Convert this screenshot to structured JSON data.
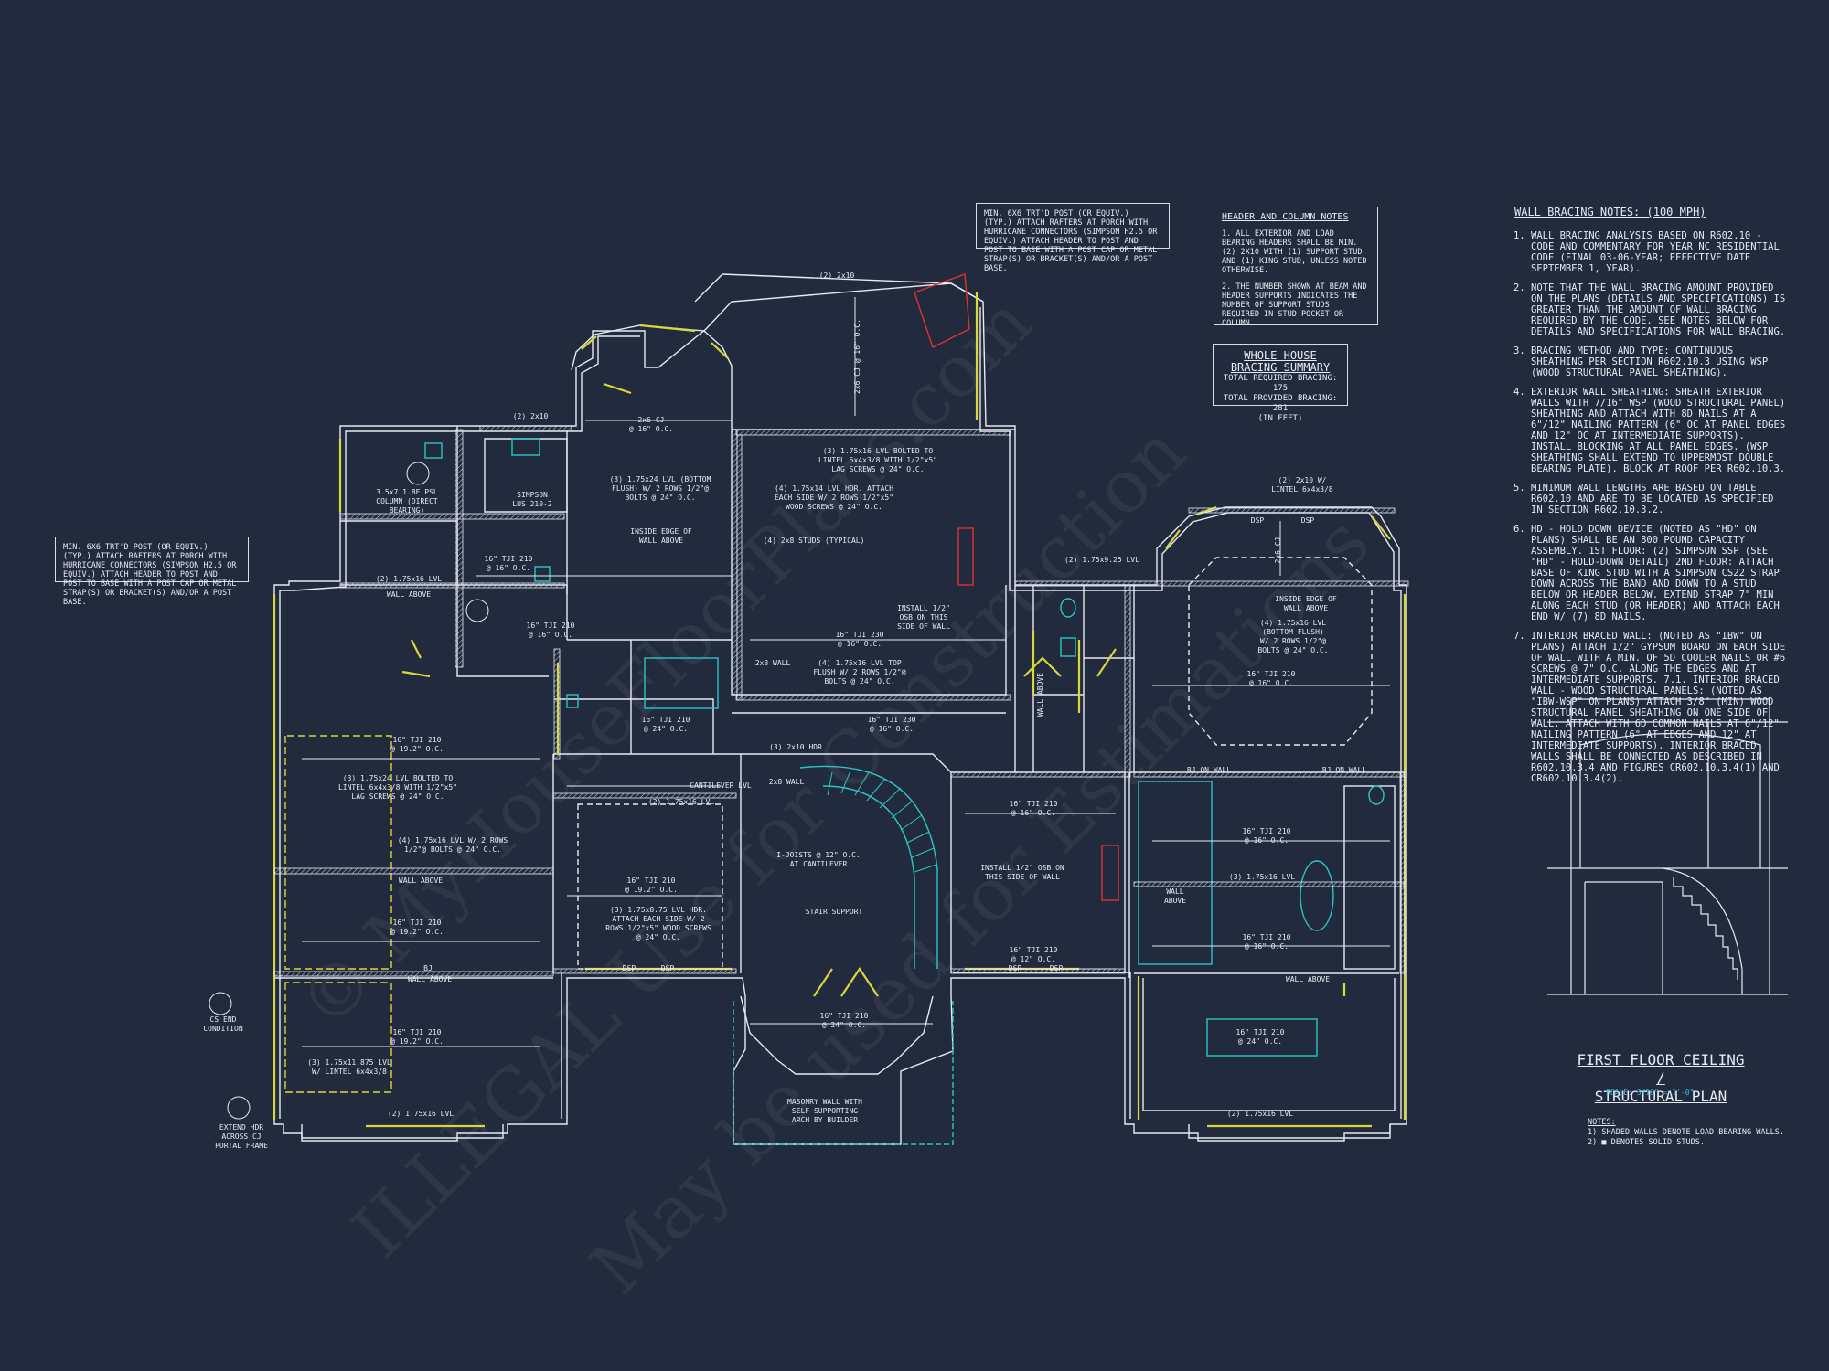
{
  "colors": {
    "background": "#222b3e",
    "linework": "#e6eaf2",
    "load_bearing": "#d8d83a",
    "fixtures": "#2ec4c4",
    "hold_down": "#e03030"
  },
  "watermark": {
    "line1": "© MyHouseFloorPlans.com",
    "line2": "ILLEGAL Use for Construction",
    "line3": "May be used for Estimations"
  },
  "porch_note_top": "MIN. 6x6 TRT'D POST (OR EQUIV.) (TYP.) ATTACH RAFTERS AT PORCH WITH HURRICANE CONNECTORS (SIMPSON H2.5 OR EQUIV.) ATTACH HEADER TO POST AND POST TO BASE WITH A POST CAP OR METAL STRAP(S) OR BRACKET(S) AND/OR A POST BASE.",
  "porch_note_left": "MIN. 6x6 TRT'D POST (OR EQUIV.) (TYP.) ATTACH RAFTERS AT PORCH WITH HURRICANE CONNECTORS (SIMPSON H2.5 OR EQUIV.) ATTACH HEADER TO POST AND POST TO BASE WITH A POST CAP OR METAL STRAP(S) OR BRACKET(S) AND/OR A POST BASE.",
  "header_column_notes": {
    "title": "HEADER AND COLUMN NOTES",
    "note1": "1. ALL EXTERIOR AND LOAD BEARING HEADERS SHALL BE MIN. (2) 2x10 WITH (1) SUPPORT STUD AND (1) KING STUD, UNLESS NOTED OTHERWISE.",
    "note2": "2. THE NUMBER SHOWN AT BEAM AND HEADER SUPPORTS INDICATES THE NUMBER OF SUPPORT STUDS REQUIRED IN STUD POCKET OR COLUMN."
  },
  "bracing_summary": {
    "title_line1": "WHOLE HOUSE",
    "title_line2": "BRACING SUMMARY",
    "required": "TOTAL REQUIRED BRACING: 175",
    "provided": "TOTAL PROVIDED BRACING: 281",
    "unit": "(IN FEET)"
  },
  "wall_bracing_notes": {
    "title": "WALL BRACING NOTES: (100 MPH)",
    "items": [
      "WALL BRACING ANALYSIS BASED ON R602.10 - CODE AND COMMENTARY FOR YEAR NC RESIDENTIAL CODE (FINAL 03-06-YEAR; EFFECTIVE DATE SEPTEMBER 1, YEAR).",
      "NOTE THAT THE WALL BRACING AMOUNT PROVIDED ON THE PLANS (DETAILS AND SPECIFICATIONS) IS GREATER THAN THE AMOUNT OF WALL BRACING REQUIRED BY THE CODE. SEE NOTES BELOW FOR DETAILS AND SPECIFICATIONS FOR WALL BRACING.",
      "BRACING METHOD AND TYPE: CONTINUOUS SHEATHING PER SECTION R602.10.3 USING WSP (WOOD STRUCTURAL PANEL SHEATHING).",
      "EXTERIOR WALL SHEATHING: SHEATH EXTERIOR WALLS WITH 7/16\" WSP (WOOD STRUCTURAL PANEL) SHEATHING AND ATTACH WITH 8d NAILS AT A 6\"/12\" NAILING PATTERN (6\" OC AT PANEL EDGES AND 12\" OC AT INTERMEDIATE SUPPORTS). INSTALL BLOCKING AT ALL PANEL EDGES. (WSP SHEATHING SHALL EXTEND TO UPPERMOST DOUBLE BEARING PLATE). BLOCK AT ROOF PER R602.10.3.",
      "MINIMUM WALL LENGTHS ARE BASED ON TABLE R602.10 AND ARE TO BE LOCATED AS SPECIFIED IN SECTION R602.10.3.2.",
      "HD - HOLD DOWN DEVICE (NOTED AS \"HD\" ON PLANS) SHALL BE AN 800 POUND CAPACITY ASSEMBLY. 1ST FLOOR: (2) SIMPSON SSP (SEE \"HD\" - HOLD-DOWN DETAIL) 2ND FLOOR: ATTACH BASE OF KING STUD WITH A SIMPSON CS22 STRAP DOWN ACROSS THE BAND AND DOWN TO A STUD BELOW OR HEADER BELOW. EXTEND STRAP 7\" MIN ALONG EACH STUD (OR HEADER) AND ATTACH EACH END W/ (7) 8d NAILS.",
      "INTERIOR BRACED WALL: (NOTED AS \"IBW\" ON PLANS) ATTACH 1/2\" GYPSUM BOARD ON EACH SIDE OF WALL WITH A MIN. OF 5d COOLER NAILS OR #6 SCREWS @ 7\" O.C. ALONG THE EDGES AND AT INTERMEDIATE SUPPORTS. 7.1. INTERIOR BRACED WALL - WOOD STRUCTURAL PANELS: (NOTED AS \"IBW-WSP\" ON PLANS) ATTACH 3/8\" (MIN) WOOD STRUCTURAL PANEL SHEATHING ON ONE SIDE OF WALL. ATTACH WITH 6d COMMON NAILS AT 6\"/12\" NAILING PATTERN (6\" AT EDGES AND 12\" AT INTERMEDIATE SUPPORTS). INTERIOR BRACED WALLS SHALL BE CONNECTED AS DESCRIBED IN R602.10.3.4 AND FIGURES CR602.10.3.4(1) AND CR602.10.3.4(2)."
    ]
  },
  "plan_title": {
    "line1": "FIRST FLOOR CEILING /",
    "line2": "STRUCTURAL PLAN"
  },
  "scale": "SCALE: 3/16\" = 1'-0\"",
  "notes_bottom": {
    "title": "NOTES:",
    "n1": "1) SHADED WALLS DENOTE LOAD BEARING WALLS.",
    "n2": "2) ■ DENOTES SOLID STUDS."
  },
  "labels": {
    "lbl_2x10_top": "(2) 2x10",
    "lbl_2x6cj_vert": "2x6 CJ @ 16\" O.C.",
    "lbl_2x10_a": "(2) 2x10",
    "lbl_2x6cj_a": "2x6 CJ",
    "lbl_2x6cj_a_oc": "@ 16\" O.C.",
    "lbl_lvl_bolted": "(3) 1.75x16 LVL BOLTED TO",
    "lbl_lvl_bolted2": "LINTEL 6x4x3/8 WITH 1/2\"x5\"",
    "lbl_lvl_bolted3": "LAG SCREWS @ 24\" O.C.",
    "lbl_lvl_bottom": "(3) 1.75x24 LVL (BOTTOM",
    "lbl_lvl_bottom2": "FLUSH) W/ 2 ROWS 1/2\"@",
    "lbl_lvl_bottom3": "BOLTS @ 24\" O.C.",
    "lbl_hdr_attach": "(4) 1.75x14 LVL HDR. ATTACH",
    "lbl_hdr_attach2": "EACH SIDE W/ 2 ROWS 1/2\"x5\"",
    "lbl_hdr_attach3": "WOOD SCREWS @ 24\" O.C.",
    "lbl_column": "3.5x7 1.8E PSL",
    "lbl_column2": "COLUMN (DIRECT",
    "lbl_column3": "BEARING)",
    "lbl_simpson": "SIMPSON",
    "lbl_simpson2": "LUS 210-2",
    "lbl_inside_edge": "INSIDE EDGE OF",
    "lbl_inside_edge2": "WALL ABOVE",
    "lbl_2x8studs": "(4) 2x8 STUDS (TYPICAL)",
    "lbl_tji_a": "16\" TJI 210",
    "lbl_tji_a2": "@ 16\" O.C.",
    "lbl_lvl_wallabove": "(2) 1.75x16 LVL",
    "lbl_wallabove": "WALL ABOVE",
    "lbl_tji_b": "16\" TJI 210",
    "lbl_tji_b2": "@ 16\" O.C.",
    "lbl_tji_c": "16\" TJI 230",
    "lbl_tji_c2": "@ 16\" O.C.",
    "lbl_install_osb": "INSTALL 1/2\"",
    "lbl_install_osb2": "OSB ON THIS",
    "lbl_install_osb3": "SIDE OF WALL",
    "lbl_lvl_top_flush": "(4) 1.75x16 LVL TOP",
    "lbl_lvl_top_flush2": "FLUSH W/ 2 ROWS 1/2\"@",
    "lbl_lvl_top_flush3": "BOLTS @ 24\" O.C.",
    "lbl_2x8wall": "2x8 WALL",
    "lbl_tji_d": "16\" TJI 230",
    "lbl_tji_d2": "@ 16\" O.C.",
    "lbl_tji_e": "16\" TJI 210",
    "lbl_tji_e2": "@ 24\" O.C.",
    "lbl_2x10hdr": "(3) 2x10 HDR",
    "lbl_2x8wall_b": "2x8 WALL",
    "lbl_cantilever": "CANTILEVER LVL",
    "lbl_lvl_c": "(2) 1.75x16 LVL",
    "lbl_lvl_bolted_b": "(3) 1.75x24 LVL BOLTED TO",
    "lbl_lvl_bolted_b2": "LINTEL 6x4x3/8 WITH 1/2\"x5\"",
    "lbl_lvl_bolted_b3": "LAG SCREWS @ 24\" O.C.",
    "lbl_lvl_2rows": "(4) 1.75x16 LVL W/ 2 ROWS",
    "lbl_lvl_2rows2": "1/2\"@ BOLTS @ 24\" O.C.",
    "lbl_wallabove_b": "WALL ABOVE",
    "lbl_tji_f": "16\" TJI 210",
    "lbl_tji_f2": "@ 19.2\" O.C.",
    "lbl_tji_g": "16\" TJI 210",
    "lbl_tji_g2": "@ 19.2\" O.C.",
    "lbl_tji_h": "16\" TJI 210",
    "lbl_tji_h2": "@ 19.2\" O.C.",
    "lbl_hdr_rows": "(3) 1.75x8.75 LVL HDR.",
    "lbl_hdr_rows2": "ATTACH EACH SIDE W/ 2",
    "lbl_hdr_rows3": "ROWS 1/2\"x5\" WOOD SCREWS",
    "lbl_hdr_rows4": "@ 24\" O.C.",
    "lbl_ijoists": "I-JOISTS @ 12\" O.C.",
    "lbl_ijoists2": "AT CANTILEVER",
    "lbl_stair_support": "STAIR SUPPORT",
    "lbl_install_osb_b": "INSTALL 1/2\" OSB ON",
    "lbl_install_osb_b2": "THIS SIDE OF WALL",
    "lbl_tji_i": "16\" TJI 210",
    "lbl_tji_i2": "@ 16\" O.C.",
    "lbl_tji_j": "16\" TJI 210",
    "lbl_tji_j2": "@ 12\" O.C.",
    "lbl_bj": "BJ",
    "lbl_wallabove_c": "WALL ABOVE",
    "lbl_tji_k": "16\" TJI 210",
    "lbl_tji_k2": "@ 19.2\" O.C.",
    "lbl_lvl_lintel": "(3) 1.75x11.875 LVL",
    "lbl_lvl_lintel2": "W/ LINTEL 6x4x3/8",
    "lbl_lvl_bottom_a": "(2) 1.75x16 LVL",
    "lbl_tji_l": "16\" TJI 210",
    "lbl_tji_l2": "@ 24\" O.C.",
    "lbl_masonry": "MASONRY WALL WITH",
    "lbl_masonry2": "SELF SUPPORTING",
    "lbl_masonry3": "ARCH BY BUILDER",
    "lbl_extend_hdr": "EXTEND HDR",
    "lbl_extend_hdr2": "ACROSS CJ",
    "lbl_extend_hdr3": "PORTAL FRAME",
    "lbl_cs_end": "CS END",
    "lbl_cs_end2": "CONDITION",
    "lbl_2x10_lintel": "(2) 2x10 W/",
    "lbl_2x10_lintel2": "LINTEL 6x4x3/8",
    "lbl_dsp_a": "DSP",
    "lbl_dsp_b": "DSP",
    "lbl_2x6cj_b": "2x6 CJ",
    "lbl_2x6cj_b2": "@ 16\" O.C.",
    "lbl_lvl_right": "(2) 1.75x9.25 LVL",
    "lbl_inside_edge_b": "INSIDE EDGE OF",
    "lbl_inside_edge_b2": "WALL ABOVE",
    "lbl_lvl_bottom_flush": "(4) 1.75x16 LVL",
    "lbl_lvl_bottom_flush2": "(BOTTOM FLUSH)",
    "lbl_lvl_bottom_flush3": "W/ 2 ROWS 1/2\"@",
    "lbl_lvl_bottom_flush4": "BOLTS @ 24\" O.C.",
    "lbl_tji_m": "16\" TJI 210",
    "lbl_tji_m2": "@ 16\" O.C.",
    "lbl_bj_wall": "BJ ON WALL",
    "lbl_bj_wall2": "BJ ON WALL",
    "lbl_tji_n": "16\" TJI 210",
    "lbl_tji_n2": "@ 16\" O.C.",
    "lbl_lvl_bath": "(3) 1.75x16 LVL",
    "lbl_tji_o": "16\" TJI 210",
    "lbl_tji_o2": "@ 16\" O.C.",
    "lbl_wallabove_d": "WALL ABOVE",
    "lbl_tji_p": "16\" TJI 210",
    "lbl_tji_p2": "@ 24\" O.C.",
    "lbl_lvl_bottom_r": "(2) 1.75x16 LVL",
    "lbl_dsp_c": "DSP",
    "lbl_dsp_d": "DSP",
    "lbl_dsp_e": "DSP",
    "lbl_dsp_f": "DSP",
    "lbl_wall_above_v": "WALL ABOVE",
    "lbl_wall": "WALL",
    "lbl_wall2": "ABOVE"
  }
}
